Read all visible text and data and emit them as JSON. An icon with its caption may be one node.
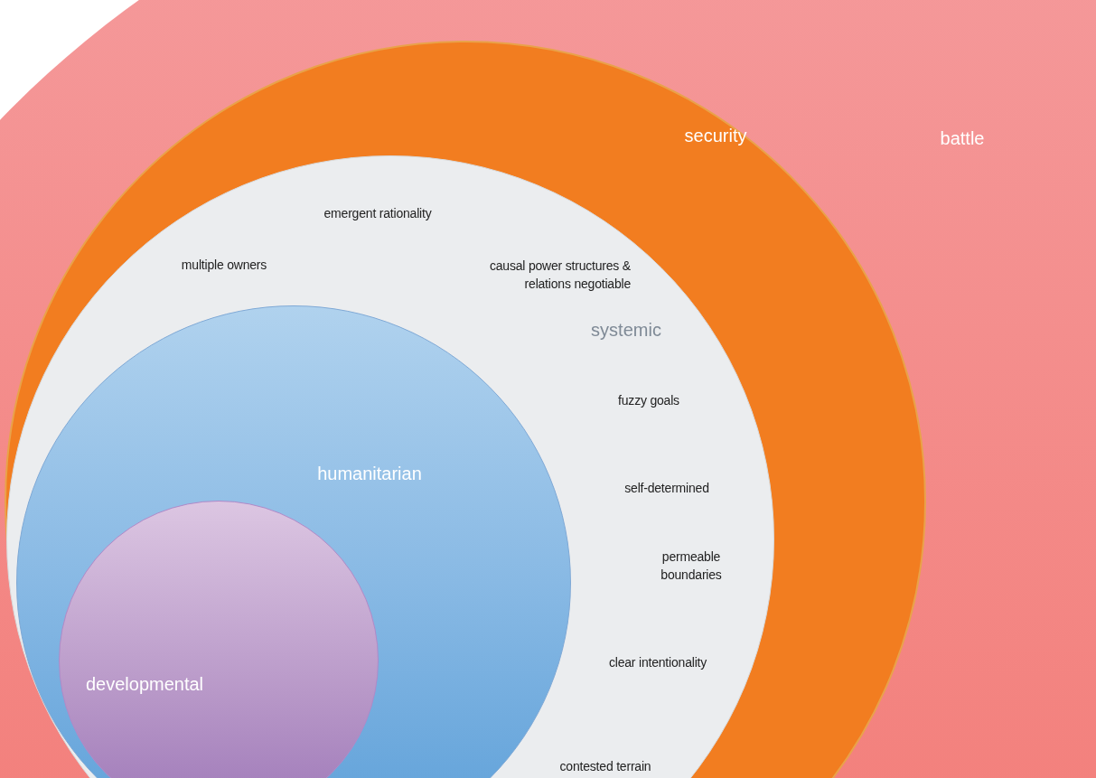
{
  "diagram": {
    "nodes": [
      {
        "text": [
          "battle"
        ]
      },
      {
        "text": [
          "security"
        ],
        "in": 0
      },
      {
        "text": [
          "emergent rationality",
          "multiple owners",
          "causal power structures & relations negotiable",
          "systemic",
          "fuzzy goals",
          "self-determined",
          "permeable boundaries",
          "clear intentionality",
          "contested terrain"
        ],
        "in": 1
      },
      {
        "text": [
          "humanitarian"
        ],
        "in": 2
      },
      {
        "text": [
          "developmental"
        ],
        "in": 3
      }
    ]
  }
}
